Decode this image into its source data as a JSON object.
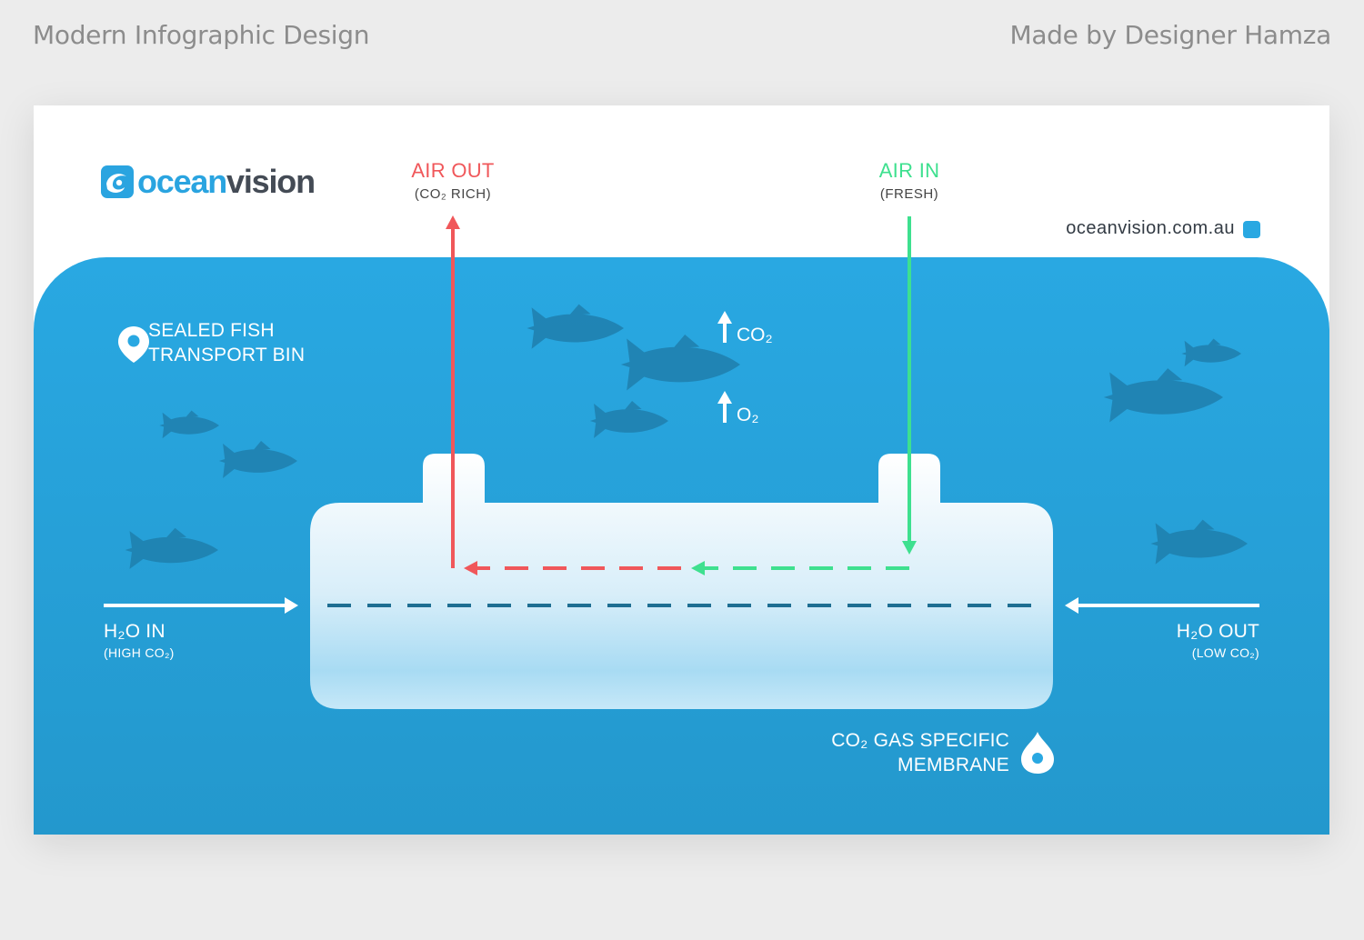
{
  "header": {
    "left_title": "Modern Infographic Design",
    "right_title": "Made by Designer Hamza"
  },
  "brand": {
    "logo_part1": "ocean",
    "logo_part2": "vision",
    "website": "oceanvision.com.au"
  },
  "air_out": {
    "label": "AIR OUT",
    "sub": "(CO₂ RICH)",
    "color": "#f0575a"
  },
  "air_in": {
    "label": "AIR IN",
    "sub": "(FRESH)",
    "color": "#3ee08f"
  },
  "bin_label": {
    "line1": "SEALED FISH",
    "line2": "TRANSPORT BIN"
  },
  "gas_exchange": {
    "co2": "CO₂",
    "o2": "O₂"
  },
  "h2o_in": {
    "label": "H₂O IN",
    "sub": "(HIGH CO₂)"
  },
  "h2o_out": {
    "label": "H₂O OUT",
    "sub": "(LOW CO₂)"
  },
  "membrane_label": {
    "line1": "CO₂ GAS SPECIFIC",
    "line2": "MEMBRANE"
  },
  "icons": {
    "bin": "location-pin-icon",
    "membrane": "water-drop-icon",
    "logo": "wave-swirl-icon",
    "fish": "fish-icon"
  },
  "colors": {
    "ocean": "#29a8e2",
    "fish": "#1f7fad",
    "membrane_line": "#1e6e92",
    "text_dark": "#333b44"
  }
}
